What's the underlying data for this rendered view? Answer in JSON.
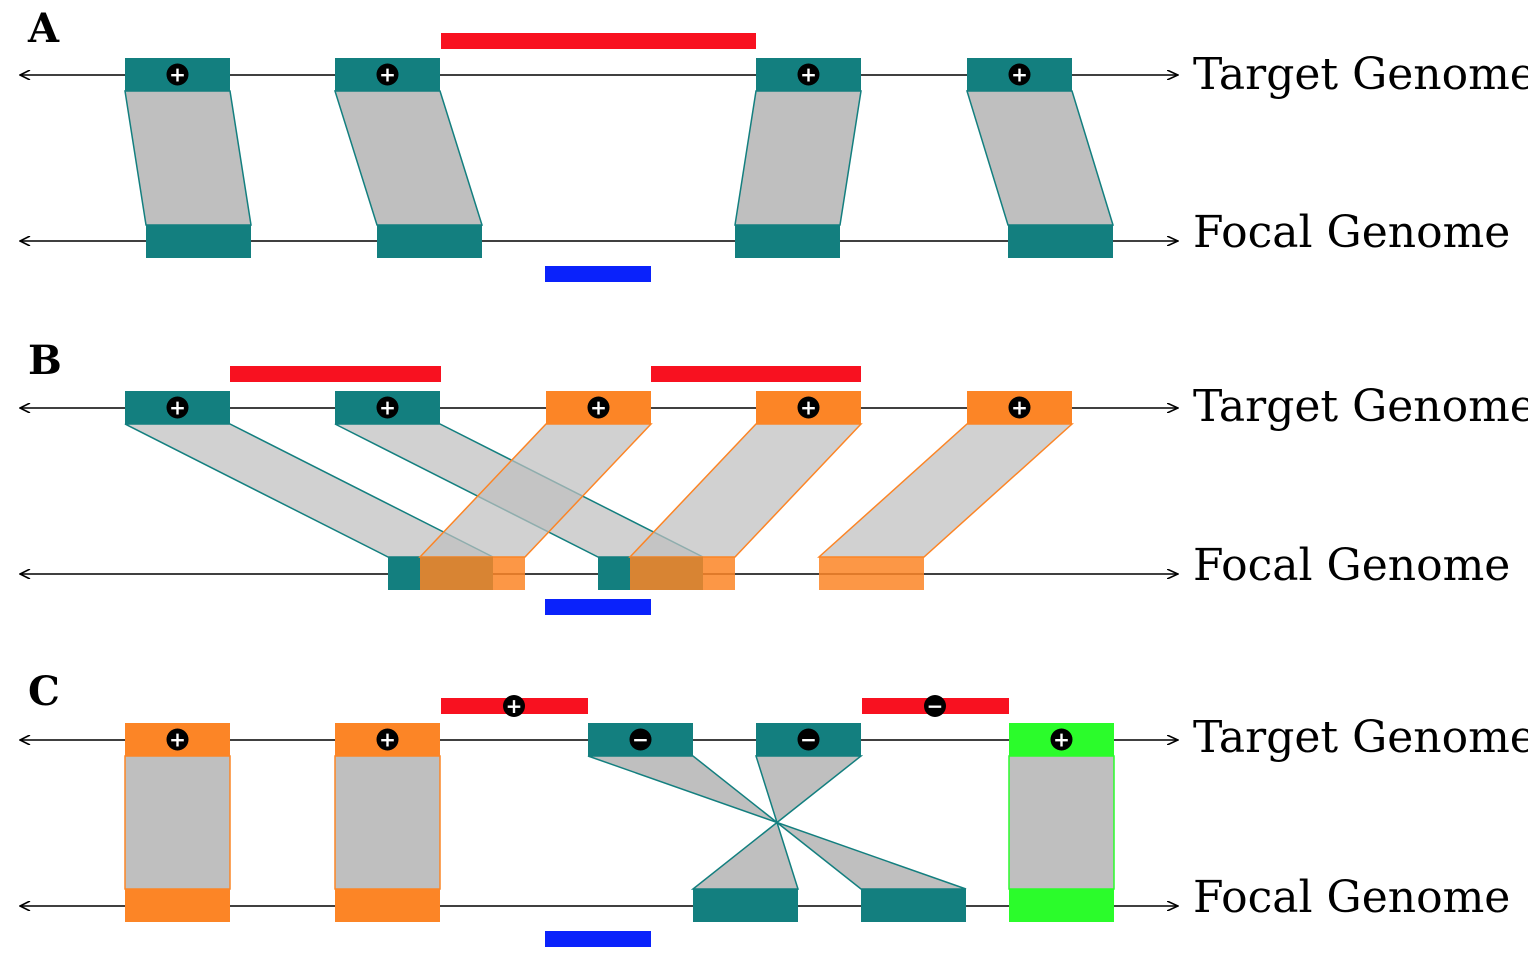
{
  "colors": {
    "teal": "#137f7f",
    "orange": "#fc8526",
    "green": "#2bfc2b",
    "red": "#f81120",
    "blue": "#0a22fb",
    "ribbon_fill": "#bfbfbf",
    "line": "#000000"
  },
  "labels": {
    "target": "Target Genome",
    "focal": "Focal Genome"
  },
  "panels": [
    {
      "letter": "A",
      "target_blocks": [
        {
          "color": "teal",
          "sign": "+"
        },
        {
          "color": "teal",
          "sign": "+"
        },
        {
          "color": "teal",
          "sign": "+"
        },
        {
          "color": "teal",
          "sign": "+"
        }
      ],
      "focal_blocks": [
        {
          "color": "teal"
        },
        {
          "color": "teal"
        },
        {
          "color": "teal"
        },
        {
          "color": "teal"
        }
      ],
      "links": [
        {
          "from": 0,
          "to": 0,
          "color": "teal"
        },
        {
          "from": 1,
          "to": 1,
          "color": "teal"
        },
        {
          "from": 2,
          "to": 2,
          "color": "teal"
        },
        {
          "from": 3,
          "to": 3,
          "color": "teal"
        }
      ],
      "red_bars": [
        {
          "sign": null
        }
      ],
      "blue_bar": true
    },
    {
      "letter": "B",
      "target_blocks": [
        {
          "color": "teal",
          "sign": "+"
        },
        {
          "color": "teal",
          "sign": "+"
        },
        {
          "color": "orange",
          "sign": "+"
        },
        {
          "color": "orange",
          "sign": "+"
        },
        {
          "color": "orange",
          "sign": "+"
        }
      ],
      "focal_blocks": [
        {
          "color": "teal"
        },
        {
          "color": "teal"
        },
        {
          "color": "orange"
        },
        {
          "color": "orange"
        },
        {
          "color": "orange"
        }
      ],
      "links": [
        {
          "from": 0,
          "to": 0,
          "color": "teal"
        },
        {
          "from": 1,
          "to": 1,
          "color": "teal"
        },
        {
          "from": 2,
          "to": 2,
          "color": "orange"
        },
        {
          "from": 3,
          "to": 3,
          "color": "orange"
        },
        {
          "from": 4,
          "to": 4,
          "color": "orange"
        }
      ],
      "red_bars": [
        {
          "sign": null
        },
        {
          "sign": null
        }
      ],
      "blue_bar": true
    },
    {
      "letter": "C",
      "target_blocks": [
        {
          "color": "orange",
          "sign": "+"
        },
        {
          "color": "orange",
          "sign": "+"
        },
        {
          "color": "teal",
          "sign": "−"
        },
        {
          "color": "teal",
          "sign": "−"
        },
        {
          "color": "green",
          "sign": "+"
        }
      ],
      "focal_blocks": [
        {
          "color": "orange"
        },
        {
          "color": "orange"
        },
        {
          "color": "teal"
        },
        {
          "color": "teal"
        },
        {
          "color": "green"
        }
      ],
      "links": [
        {
          "from": 0,
          "to": 0,
          "color": "orange"
        },
        {
          "from": 1,
          "to": 1,
          "color": "orange"
        },
        {
          "from": 2,
          "to": 3,
          "color": "teal"
        },
        {
          "from": 3,
          "to": 2,
          "color": "teal"
        },
        {
          "from": 4,
          "to": 4,
          "color": "green"
        }
      ],
      "red_bars": [
        {
          "sign": "+"
        },
        {
          "sign": "−"
        }
      ],
      "blue_bar": true
    }
  ]
}
